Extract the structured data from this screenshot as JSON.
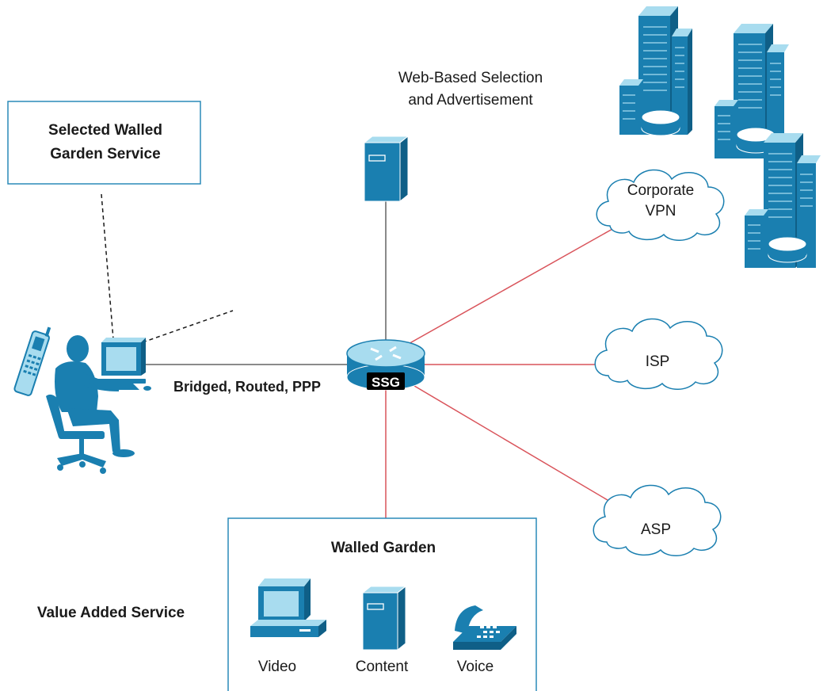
{
  "colors": {
    "device_blue": "#1a7fb0",
    "device_light": "#a8dcef",
    "device_dark": "#0f5f87",
    "link_red": "#d9535a",
    "link_gray": "#8a8a8a",
    "frame_blue": "#2a8ab8"
  },
  "top_note": {
    "line1": "Web-Based Selection",
    "line2": "and Advertisement"
  },
  "selected_box": {
    "line1": "Selected Walled",
    "line2": "Garden Service"
  },
  "access_label": "Bridged, Routed, PPP",
  "router_label": "SSG",
  "clouds": {
    "corporate_line1": "Corporate",
    "corporate_line2": "VPN",
    "isp": "ISP",
    "asp": "ASP"
  },
  "walled_garden": {
    "title": "Walled Garden",
    "items": [
      "Video",
      "Content",
      "Voice"
    ]
  },
  "value_added_label": "Value Added Service",
  "icons": {
    "user": "user-at-workstation-icon",
    "phone": "mobile-phone-icon",
    "server": "server-icon",
    "router": "router-icon",
    "buildings": "corporate-buildings-icon",
    "cloud": "cloud-icon",
    "pc": "desktop-pc-icon",
    "telephone": "telephone-icon"
  }
}
